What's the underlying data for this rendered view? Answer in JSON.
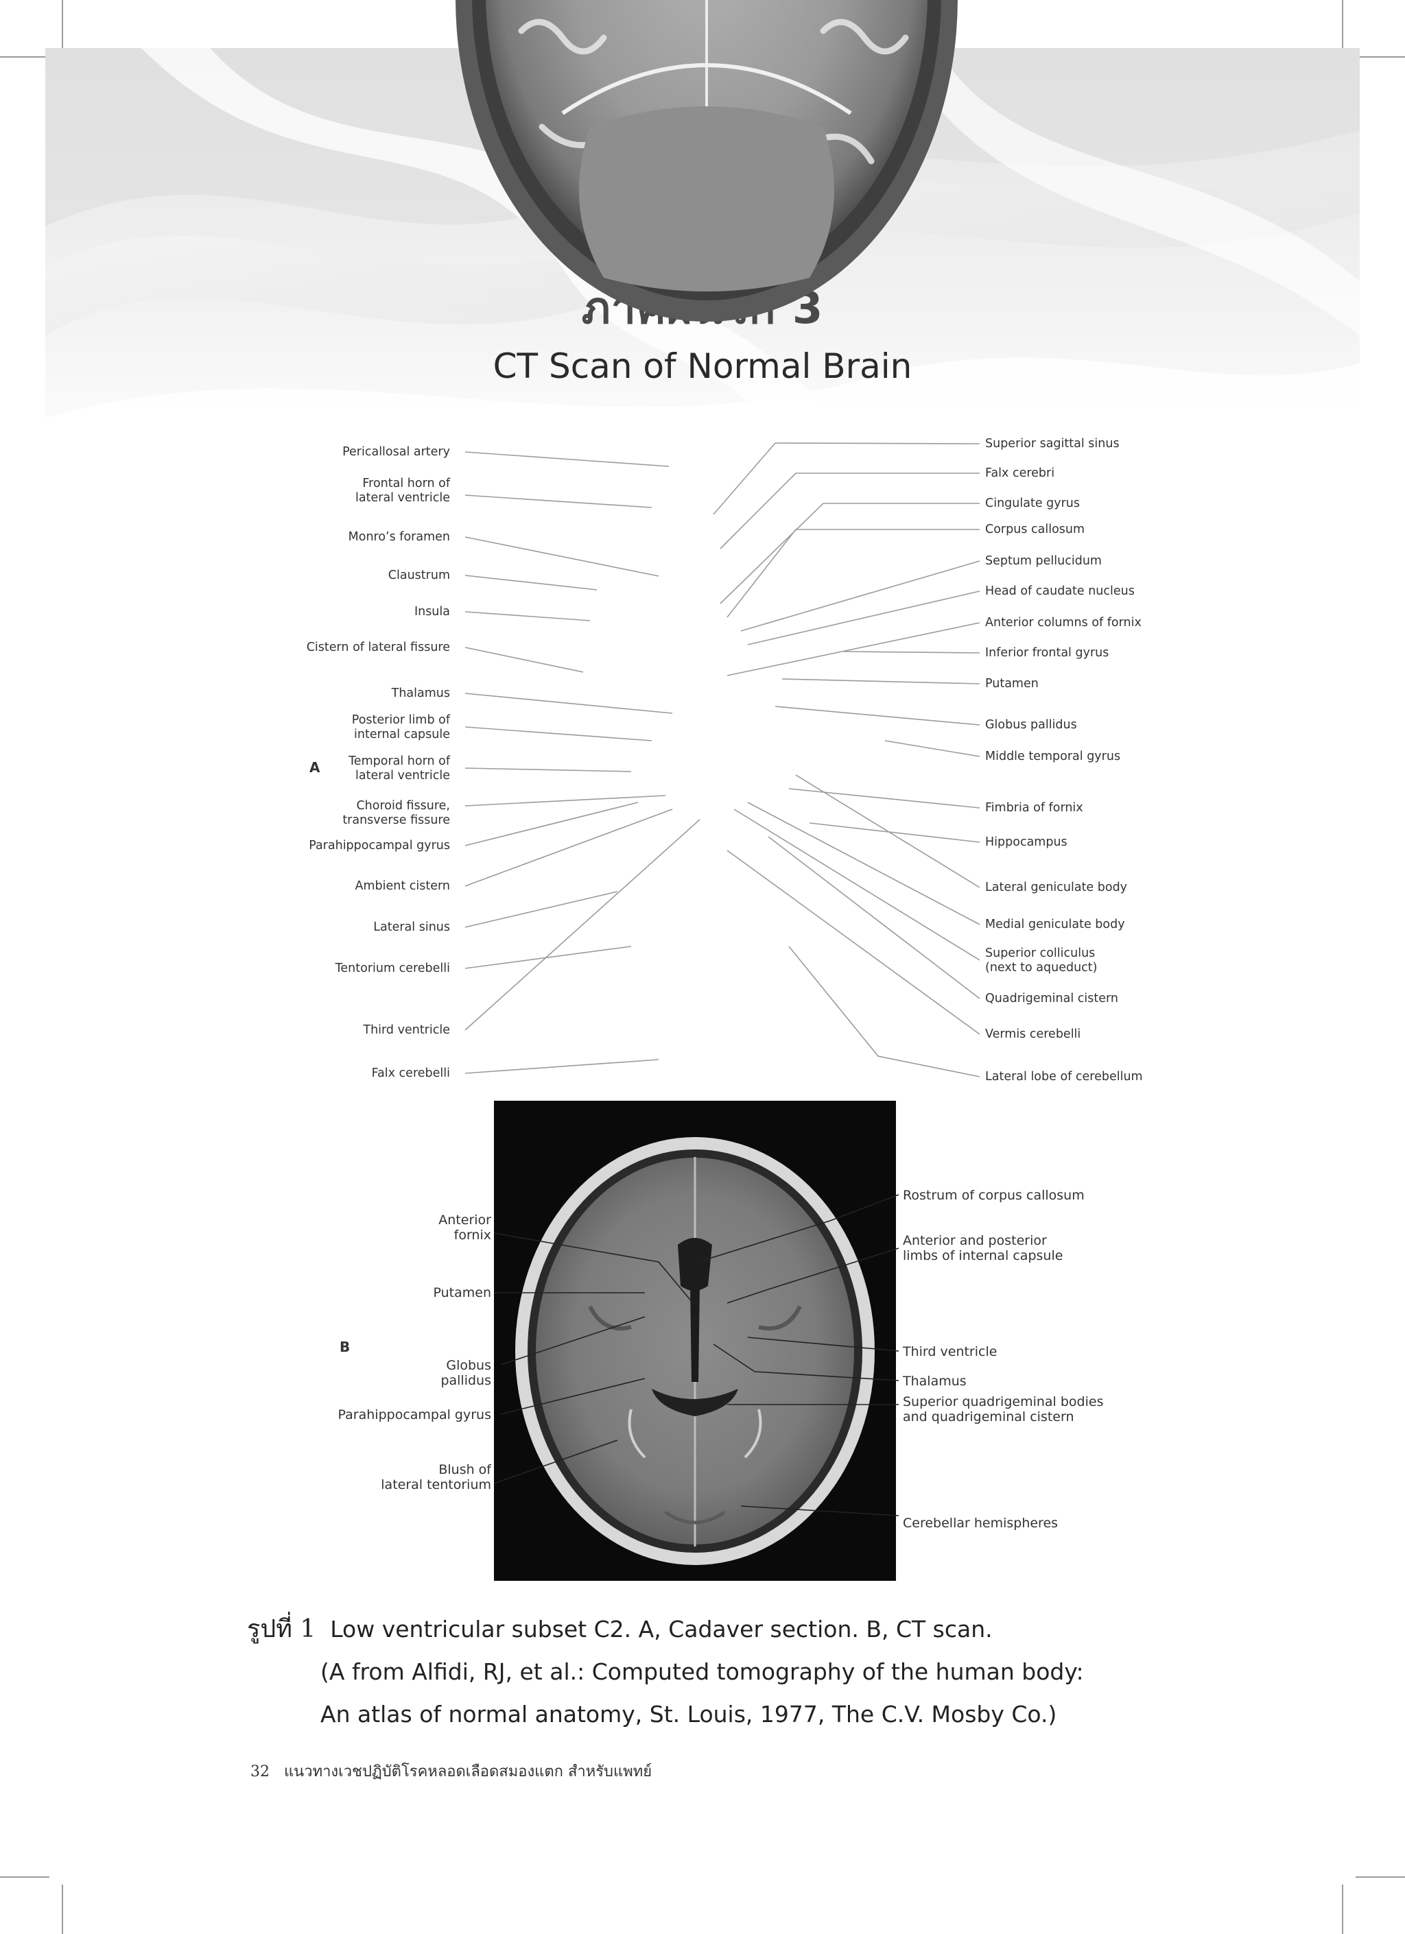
{
  "header": {
    "title_thai": "ภาคผนวก 3",
    "title_english": "CT Scan of Normal Brain"
  },
  "figure_a": {
    "panel_letter": "A",
    "left_labels": [
      "Pericallosal artery",
      "Frontal horn of\nlateral ventricle",
      "Monro’s foramen",
      "Claustrum",
      "Insula",
      "Cistern of lateral fissure",
      "Thalamus",
      "Posterior limb of\ninternal capsule",
      "Temporal horn of\nlateral ventricle",
      "Choroid fissure,\ntransverse fissure",
      "Parahippocampal gyrus",
      "Ambient cistern",
      "Lateral sinus",
      "Tentorium cerebelli",
      "Third ventricle",
      "Falx cerebelli"
    ],
    "right_labels": [
      "Superior sagittal sinus",
      "Falx cerebri",
      "Cingulate gyrus",
      "Corpus callosum",
      "Septum pellucidum",
      "Head of caudate nucleus",
      "Anterior columns of fornix",
      "Inferior frontal gyrus",
      "Putamen",
      "Globus pallidus",
      "Middle temporal gyrus",
      "Fimbria of fornix",
      "Hippocampus",
      "Lateral geniculate body",
      "Medial geniculate body",
      "Superior colliculus\n(next to aqueduct)",
      "Quadrigeminal cistern",
      "Vermis cerebelli",
      "Lateral lobe of cerebellum"
    ]
  },
  "figure_b": {
    "panel_letter": "B",
    "left_labels": [
      "Anterior\nfornix",
      "Putamen",
      "Globus\npallidus",
      "Parahippocampal gyrus",
      "Blush of\nlateral tentorium"
    ],
    "right_labels": [
      "Rostrum of corpus callosum",
      "Anterior and posterior\nlimbs of internal capsule",
      "Third ventricle",
      "Thalamus",
      "Superior quadrigeminal bodies\nand quadrigeminal cistern",
      "Cerebellar hemispheres"
    ]
  },
  "caption": {
    "figure_number": "รูปที่ 1",
    "line1": "Low ventricular subset C2.  A, Cadaver section. B, CT scan.",
    "line2": "(A from Alfidi, RJ, et al.: Computed tomography of the human body:",
    "line3": "An atlas of normal anatomy, St. Louis, 1977, The C.V. Mosby Co.)"
  },
  "footer": {
    "page_number": "32",
    "book_title": "แนวทางเวชปฏิบัติโรคหลอดเลือดสมองแตก สำหรับแพทย์"
  }
}
